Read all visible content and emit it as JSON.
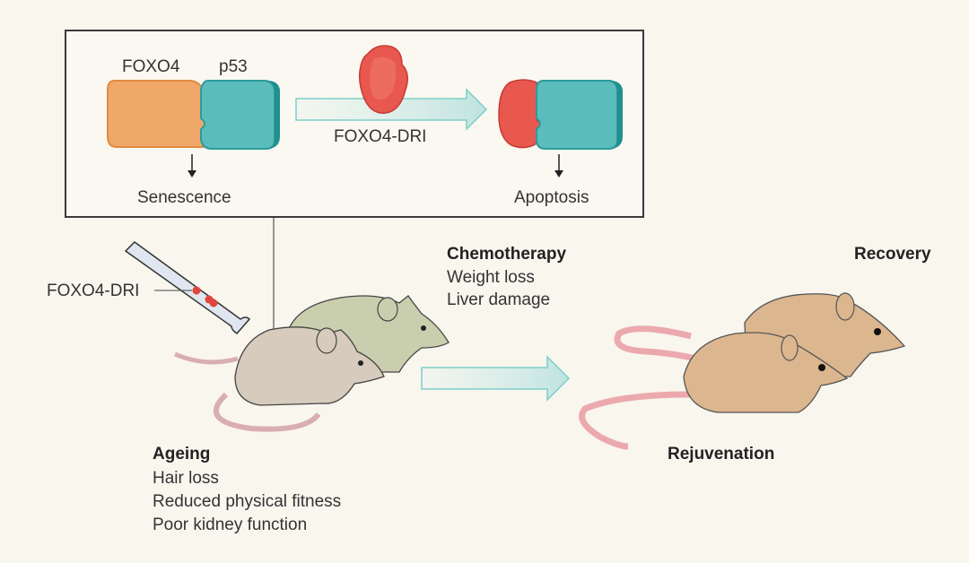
{
  "inset": {
    "foxo4_label": "FOXO4",
    "p53_label": "p53",
    "drug_label": "FOXO4-DRI",
    "left_outcome": "Senescence",
    "right_outcome": "Apoptosis"
  },
  "syringe_label": "FOXO4-DRI",
  "chemotherapy": {
    "title": "Chemotherapy",
    "effects": [
      "Weight loss",
      "Liver damage"
    ]
  },
  "ageing": {
    "title": "Ageing",
    "effects": [
      "Hair loss",
      "Reduced physical fitness",
      "Poor kidney function"
    ]
  },
  "recovery_label": "Recovery",
  "rejuvenation_label": "Rejuvenation",
  "colors": {
    "foxo4": "#f0a86a",
    "p53": "#5bbcbc",
    "drug": "#e8584f",
    "arrow": "#bfe3e0",
    "old_mouse": "#d6cbbd",
    "chemo_mouse": "#c9cfae",
    "young_mouse": "#dcb68e",
    "tail": "#eba9ae"
  }
}
